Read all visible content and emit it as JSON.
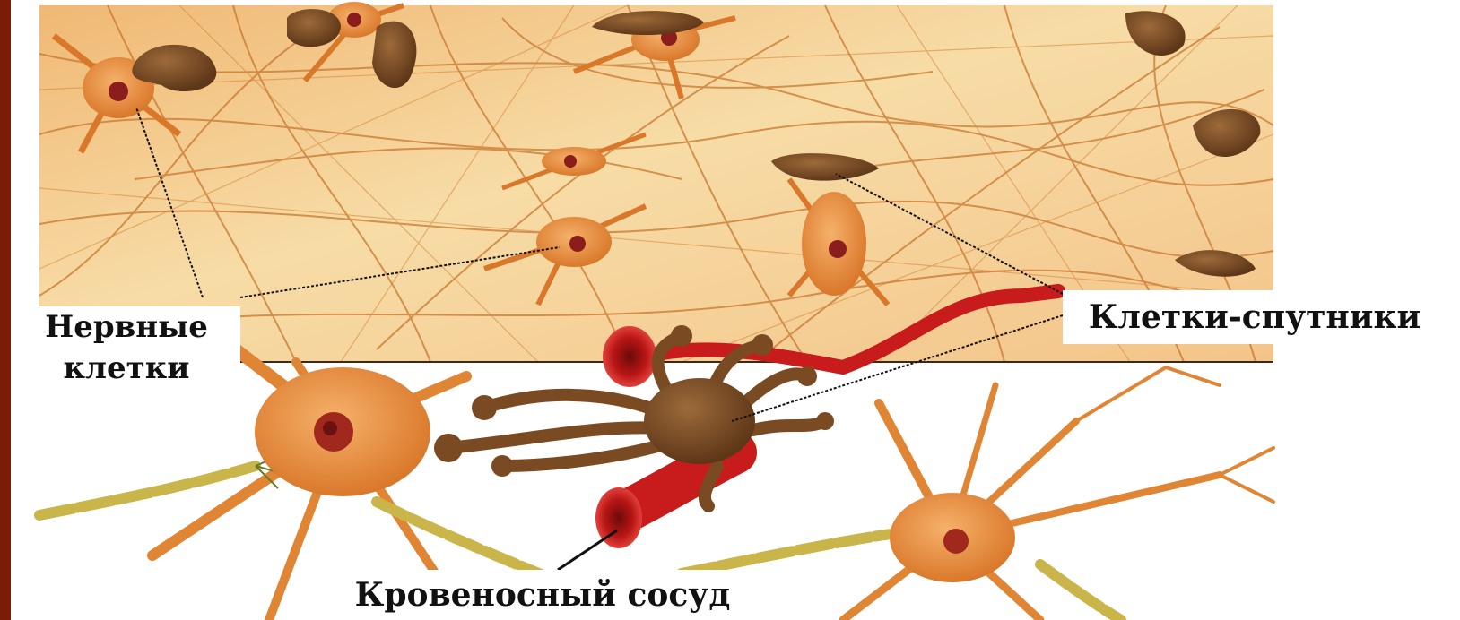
{
  "labels": {
    "nerve_cells_line1": "Нервные",
    "nerve_cells_line2": "клетки",
    "satellite_cells": "Клетки-спутники",
    "blood_vessel": "Кровеносный сосуд"
  },
  "colors": {
    "frame_left": "#7a1c08",
    "tissue_background": "#f2c98a",
    "fiber": "#c9772f",
    "neuron_body": "#e8903f",
    "neuron_nucleus": "#8c1d1d",
    "glia": "#7a4a22",
    "vessel": "#d21f1f",
    "myelin": "#c9b54a",
    "leader_line": "#111111"
  }
}
